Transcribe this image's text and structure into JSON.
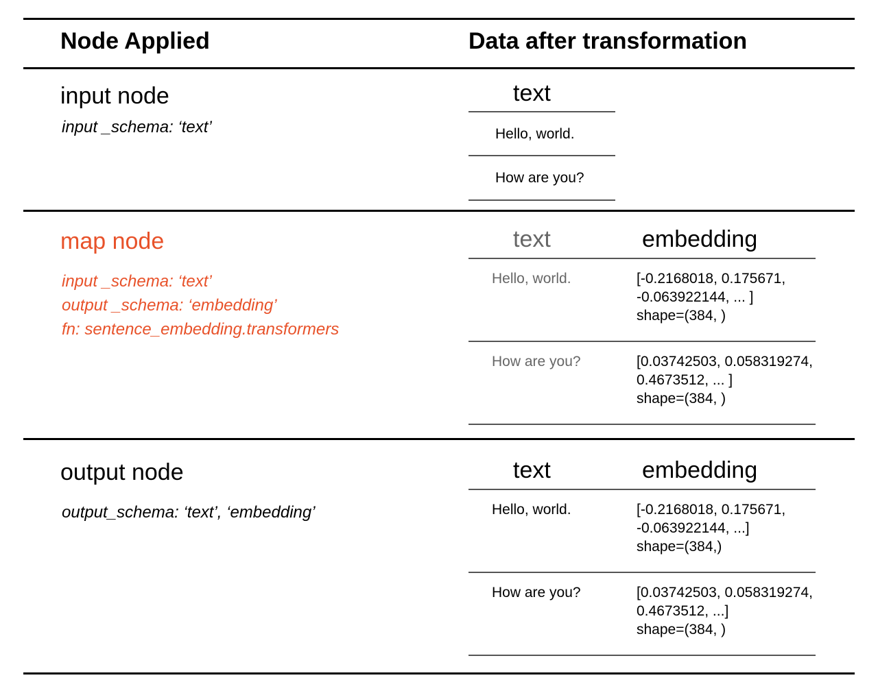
{
  "header": {
    "node_applied": "Node Applied",
    "data_after": "Data after transformation"
  },
  "colors": {
    "accent": "#e8522a",
    "dim_text": "#666666",
    "rule": "#000000"
  },
  "input_node": {
    "title": "input node",
    "params": [
      "input _schema: ‘text’"
    ],
    "table": {
      "columns": [
        "text"
      ],
      "rows": [
        {
          "text": "Hello, world."
        },
        {
          "text": "How are you?"
        }
      ]
    }
  },
  "map_node": {
    "title": "map node",
    "params": [
      "input _schema: ‘text’",
      "output _schema: ‘embedding’",
      "fn: sentence_embedding.transformers"
    ],
    "table": {
      "columns": [
        "text",
        "embedding"
      ],
      "rows": [
        {
          "text": "Hello, world.",
          "embedding": [
            "[-0.2168018, 0.175671,",
            "-0.063922144, ... ]",
            "shape=(384, )"
          ]
        },
        {
          "text": "How are you?",
          "embedding": [
            "[0.03742503, 0.058319274,",
            "0.4673512, ... ]",
            "shape=(384, )"
          ]
        }
      ]
    }
  },
  "output_node": {
    "title": "output node",
    "params": [
      "output_schema: ‘text’, ‘embedding’"
    ],
    "table": {
      "columns": [
        "text",
        "embedding"
      ],
      "rows": [
        {
          "text": "Hello, world.",
          "embedding": [
            "[-0.2168018, 0.175671,",
            "-0.063922144, ...]",
            "shape=(384,)"
          ]
        },
        {
          "text": "How are you?",
          "embedding": [
            "[0.03742503, 0.058319274,",
            "0.4673512, ...]",
            "shape=(384, )"
          ]
        }
      ]
    }
  }
}
